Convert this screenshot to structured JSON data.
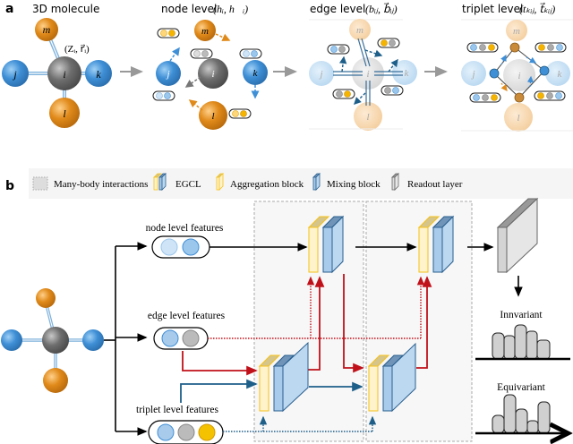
{
  "panel_a": {
    "label": "a",
    "stages": [
      {
        "title": "3D molecule",
        "annotation": "(Zᵢ, r⃗ᵢ)"
      },
      {
        "title": "node level",
        "math": "(hᵢ, h⃗ᵢ)"
      },
      {
        "title": "edge level",
        "math": "(bᵢⱼ, b⃗ᵢⱼ)"
      },
      {
        "title": "triplet level",
        "math": "(tₖᵢⱼ, t⃗ₖᵢⱼ)"
      }
    ],
    "atoms": {
      "center": "i",
      "left": "j",
      "right": "k",
      "top": "m",
      "bottom": "l"
    }
  },
  "panel_b": {
    "label": "b",
    "legend": [
      {
        "icon": "dashed-box-icon",
        "label": "Many-body interactions"
      },
      {
        "icon": "egcl-block-icon",
        "label": "EGCL"
      },
      {
        "icon": "aggregation-block-icon",
        "label": "Aggregation block"
      },
      {
        "icon": "mixing-block-icon",
        "label": "Mixing block"
      },
      {
        "icon": "readout-layer-icon",
        "label": "Readout layer"
      }
    ],
    "features": {
      "node": "node level features",
      "edge": "edge level features",
      "triplet": "triplet level features"
    },
    "outputs": {
      "invariant": "Innvariant",
      "equivariant": "Equivariant"
    }
  },
  "colors": {
    "blue_atom": "#3f8fd6",
    "orange_atom": "#e08a1a",
    "gray_atom": "#6e6e6e",
    "edge_arrow": "#c0111a",
    "triplet_arrow": "#1e5f8a",
    "aggregation": "#f6c21a",
    "mixing": "#4a86c2",
    "readout": "#9a9a9a"
  }
}
